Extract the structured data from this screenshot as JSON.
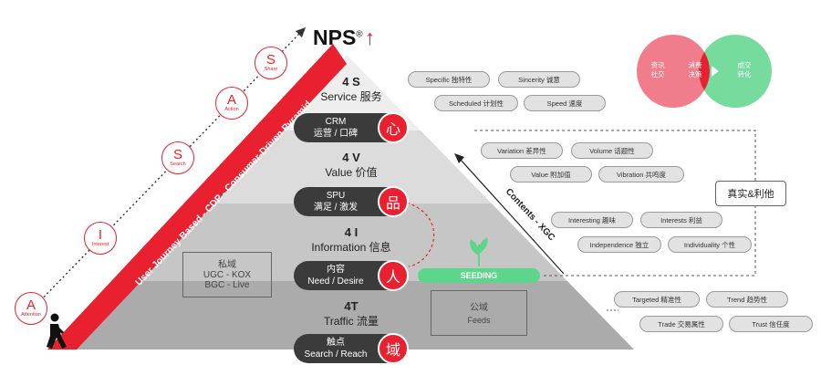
{
  "headline": {
    "label": "NPS",
    "reg": "®",
    "arrow": "↑"
  },
  "journey_label": "User Journey Based - CDP - Consumer-Driven Pyramid",
  "journey_steps": [
    {
      "letter": "A",
      "word": "Attention"
    },
    {
      "letter": "I",
      "word": "Interest"
    },
    {
      "letter": "S",
      "word": "Search"
    },
    {
      "letter": "A",
      "word": "Action"
    },
    {
      "letter": "S",
      "word": "Share"
    }
  ],
  "tiers": [
    {
      "code": "4 S",
      "name": "Service 服务",
      "pill": [
        "CRM",
        "运营 / 口碑"
      ],
      "badge": "心"
    },
    {
      "code": "4 V",
      "name": "Value 价值",
      "pill": [
        "SPU",
        "满足 / 激发"
      ],
      "badge": "品"
    },
    {
      "code": "4 I",
      "name": "Information 信息",
      "pill": [
        "内容",
        "Need / Desire"
      ],
      "badge": "人"
    },
    {
      "code": "4T",
      "name": "Traffic 流量",
      "pill": [
        "触点",
        "Search / Reach"
      ],
      "badge": "域"
    }
  ],
  "private_box": {
    "title": "私域",
    "lines": [
      "UGC - KOX",
      "BGC - Live"
    ]
  },
  "public_box": {
    "title": "公域",
    "sub": "Feeds"
  },
  "seeding": "SEEDING",
  "contents_label": "Contents - XGC",
  "tags_s": [
    "Specific 独特性",
    "Sincerity 诚意",
    "Scheduled 计划性",
    "Speed 速度"
  ],
  "tags_v": [
    "Variation 差异性",
    "Volume 话题性",
    "Value 附加值",
    "Vibration 共鸣度"
  ],
  "tags_i": [
    "Interesting 趣味",
    "Interests 利益",
    "Independence 独立",
    "Individuality 个性"
  ],
  "tags_t": [
    "Targeted 精准性",
    "Trend 趋势性",
    "Trade 交易属性",
    "Trust 信任度"
  ],
  "truth_label": "真实&利他",
  "venn": {
    "left": [
      "资讯",
      "社交"
    ],
    "middle": [
      "消费",
      "决策"
    ],
    "right": [
      "成交",
      "转化"
    ]
  },
  "colors": {
    "red": "#e8202f",
    "green": "#5dd68c",
    "pink": "#ef6f7f",
    "grey": "#3b3b3b"
  }
}
